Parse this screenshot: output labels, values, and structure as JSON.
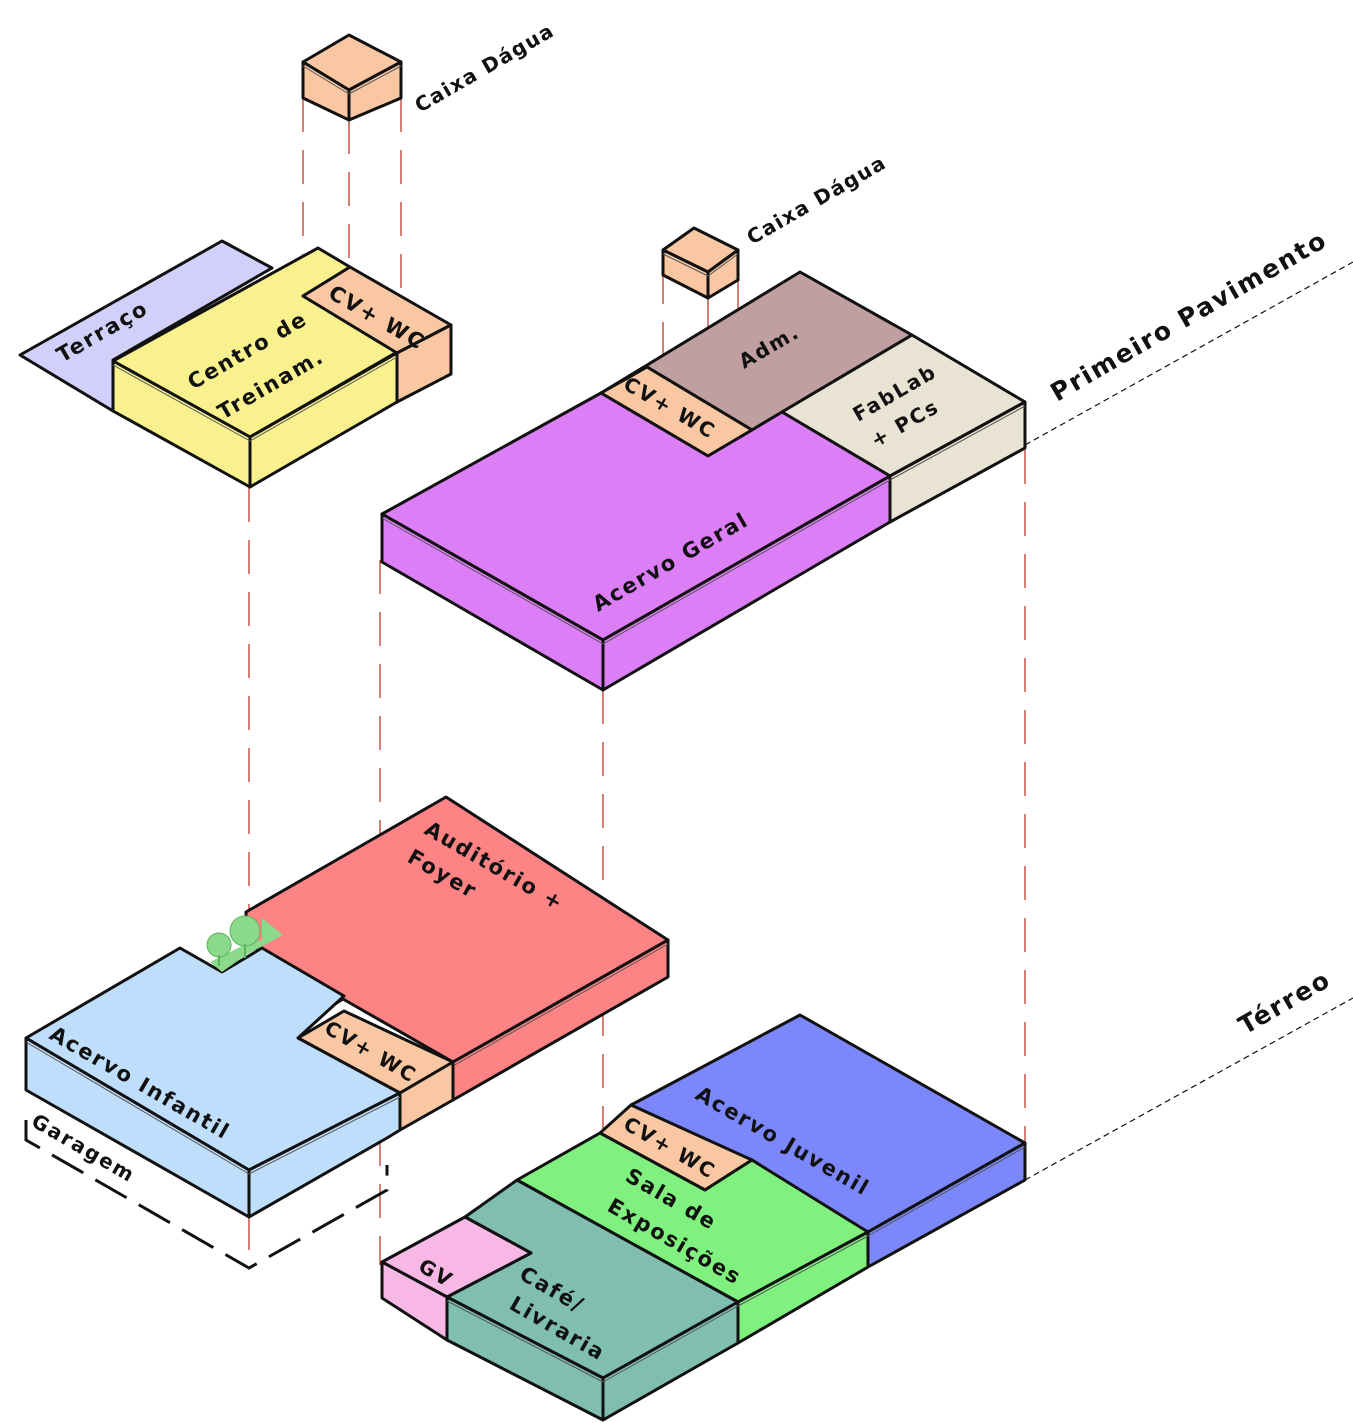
{
  "labels": {
    "caixa_dagua_1": "Caixa Dágua",
    "caixa_dagua_2": "Caixa Dágua",
    "terraco": "Terraço",
    "centro_line1": "Centro de",
    "centro_line2": "Treinam.",
    "cv_wc_upper_left": "CV+ WC",
    "adm": "Adm.",
    "cv_wc_upper_right": "CV+ WC",
    "fablab_line1": "FabLab",
    "fablab_line2": "+ PCs",
    "acervo_geral": "Acervo Geral",
    "primeiro_pavimento": "Primeiro Pavimento",
    "auditorio_line1": "Auditório +",
    "auditorio_line2": "Foyer",
    "cv_wc_lower_left": "CV+ WC",
    "acervo_infantil": "Acervo Infantil",
    "garagem": "Garagem",
    "terreo": "Térreo",
    "acervo_juvenil": "Acervo Juvenil",
    "cv_wc_lower_right": "CV+ WC",
    "sala_line1": "Sala de",
    "sala_line2": "Exposições",
    "gv": "GV",
    "cafe_line1": "Café/",
    "cafe_line2": "Livraria"
  },
  "colors": {
    "terraco": "#d2d0fb",
    "centro": "#f9f08e",
    "wc": "#f9c8a3",
    "adm": "#c09fa0",
    "fablab": "#e8e3d2",
    "acervo_geral": "#dc7ef6",
    "auditorio": "#fd8384",
    "acervo_infantil": "#bfdefb",
    "acervo_juvenil": "#7b87fb",
    "sala_exposicoes": "#80f07f",
    "gv": "#f8b8e5",
    "cafe": "#80bfb0",
    "tree": "#8bd98a",
    "projection": "#c0392b"
  }
}
